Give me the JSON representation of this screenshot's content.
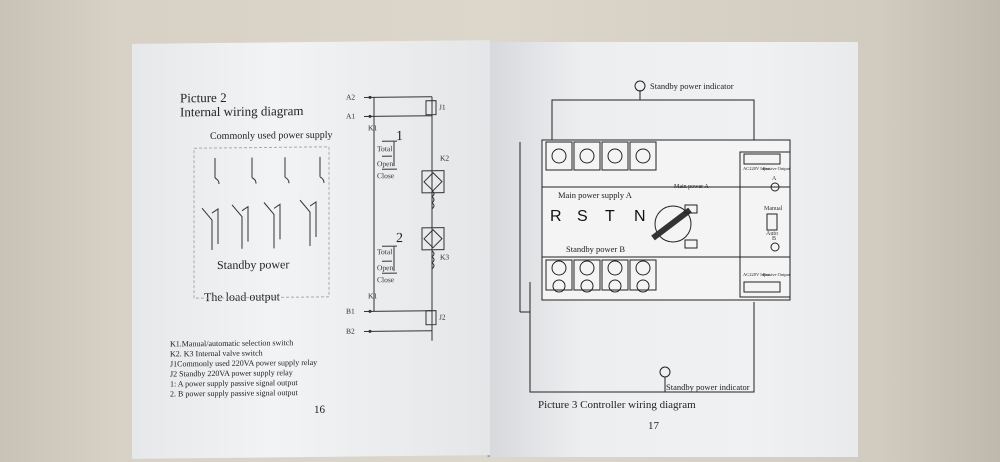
{
  "left_page": {
    "picture_title": "Picture 2",
    "picture_subtitle": "Internal wiring diagram",
    "commonly_used_label": "Commonly used power supply",
    "standby_label": "Standby power",
    "load_label": "The load output",
    "terminals": {
      "a2": "A2",
      "a1": "A1",
      "k1_top": "K1",
      "b1": "B1",
      "b2": "B2",
      "k1_bottom": "K1"
    },
    "relay_labels": {
      "j1": "J1",
      "j2": "J2",
      "k2": "K2",
      "k3": "K3"
    },
    "block1": {
      "num": "1",
      "total": "Total",
      "open": "Open",
      "close": "Close"
    },
    "block2": {
      "num": "2",
      "total": "Total",
      "open": "Open",
      "close": "Close"
    },
    "legend": [
      "K1.Manual/automatic selection switch",
      "K2. K3 Internal valve switch",
      "J1Commonly used 220VA power supply relay",
      "J2 Standby 220VA power supply relay",
      "1: A power supply passive signal output",
      "2. B power supply passive signal output"
    ],
    "page_number": "16"
  },
  "right_page": {
    "standby_indicator_top": "Standby power indicator",
    "main_power_supply_label": "Main power supply A",
    "standby_power_b_label": "Standby power B",
    "phase_letters": [
      "R",
      "S",
      "T",
      "N"
    ],
    "main_power_a_label": "Main power A",
    "indicator_a": "A",
    "indicator_b": "B",
    "manual_label": "Manual",
    "auto_label": "Auto",
    "ac_input_top": "AC220V Input",
    "passive_output_top": "Passive Output",
    "ac_input_bottom": "AC220V Input",
    "passive_output_bottom": "Passive Output",
    "standby_indicator_bottom": "Standby power indicator",
    "picture_title": "Picture 3 Controller wiring diagram",
    "page_number": "17"
  }
}
